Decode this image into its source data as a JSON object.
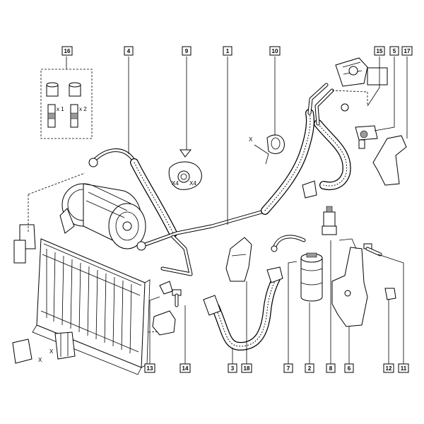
{
  "callouts": {
    "c16": "16",
    "c4": "4",
    "c9": "9",
    "c1": "1",
    "c10": "10",
    "c15": "15",
    "c5": "5",
    "c17": "17",
    "c13": "13",
    "c14": "14",
    "c3": "3",
    "c18": "18",
    "c7": "7",
    "c2": "2",
    "c8": "8",
    "c6": "6",
    "c12": "12",
    "c11": "11"
  },
  "marks": {
    "x1": "x 1",
    "x2": "x 2",
    "x4a": "X4",
    "x4b": "X4",
    "xa": "X",
    "xb": "X",
    "xc": "X"
  }
}
